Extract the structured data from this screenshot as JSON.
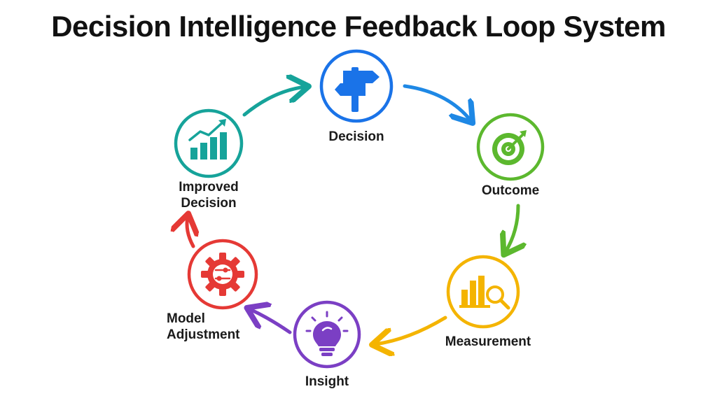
{
  "title": "Decision Intelligence Feedback Loop System",
  "nodes": [
    {
      "id": "decision",
      "label": "Decision",
      "color": "#1a73e8",
      "icon": "signpost-icon"
    },
    {
      "id": "outcome",
      "label": "Outcome",
      "color": "#5cb82e",
      "icon": "target-icon"
    },
    {
      "id": "measurement",
      "label": "Measurement",
      "color": "#f4b400",
      "icon": "chart-magnifier-icon"
    },
    {
      "id": "insight",
      "label": "Insight",
      "color": "#7b3fc4",
      "icon": "lightbulb-icon"
    },
    {
      "id": "model_adjustment",
      "label_lines": [
        "Model",
        "Adjustment"
      ],
      "color": "#e53935",
      "icon": "gear-sliders-icon"
    },
    {
      "id": "improved_decision",
      "label_lines": [
        "Improved",
        "Decision"
      ],
      "color": "#16a39a",
      "icon": "growth-chart-icon"
    }
  ],
  "edges": [
    {
      "from": "decision",
      "to": "outcome",
      "color": "#1e88e5"
    },
    {
      "from": "outcome",
      "to": "measurement",
      "color": "#5cb82e"
    },
    {
      "from": "measurement",
      "to": "insight",
      "color": "#f4b400"
    },
    {
      "from": "insight",
      "to": "model_adjustment",
      "color": "#7b3fc4"
    },
    {
      "from": "model_adjustment",
      "to": "improved_decision",
      "color": "#e53935"
    },
    {
      "from": "improved_decision",
      "to": "decision",
      "color": "#16a39a"
    }
  ]
}
